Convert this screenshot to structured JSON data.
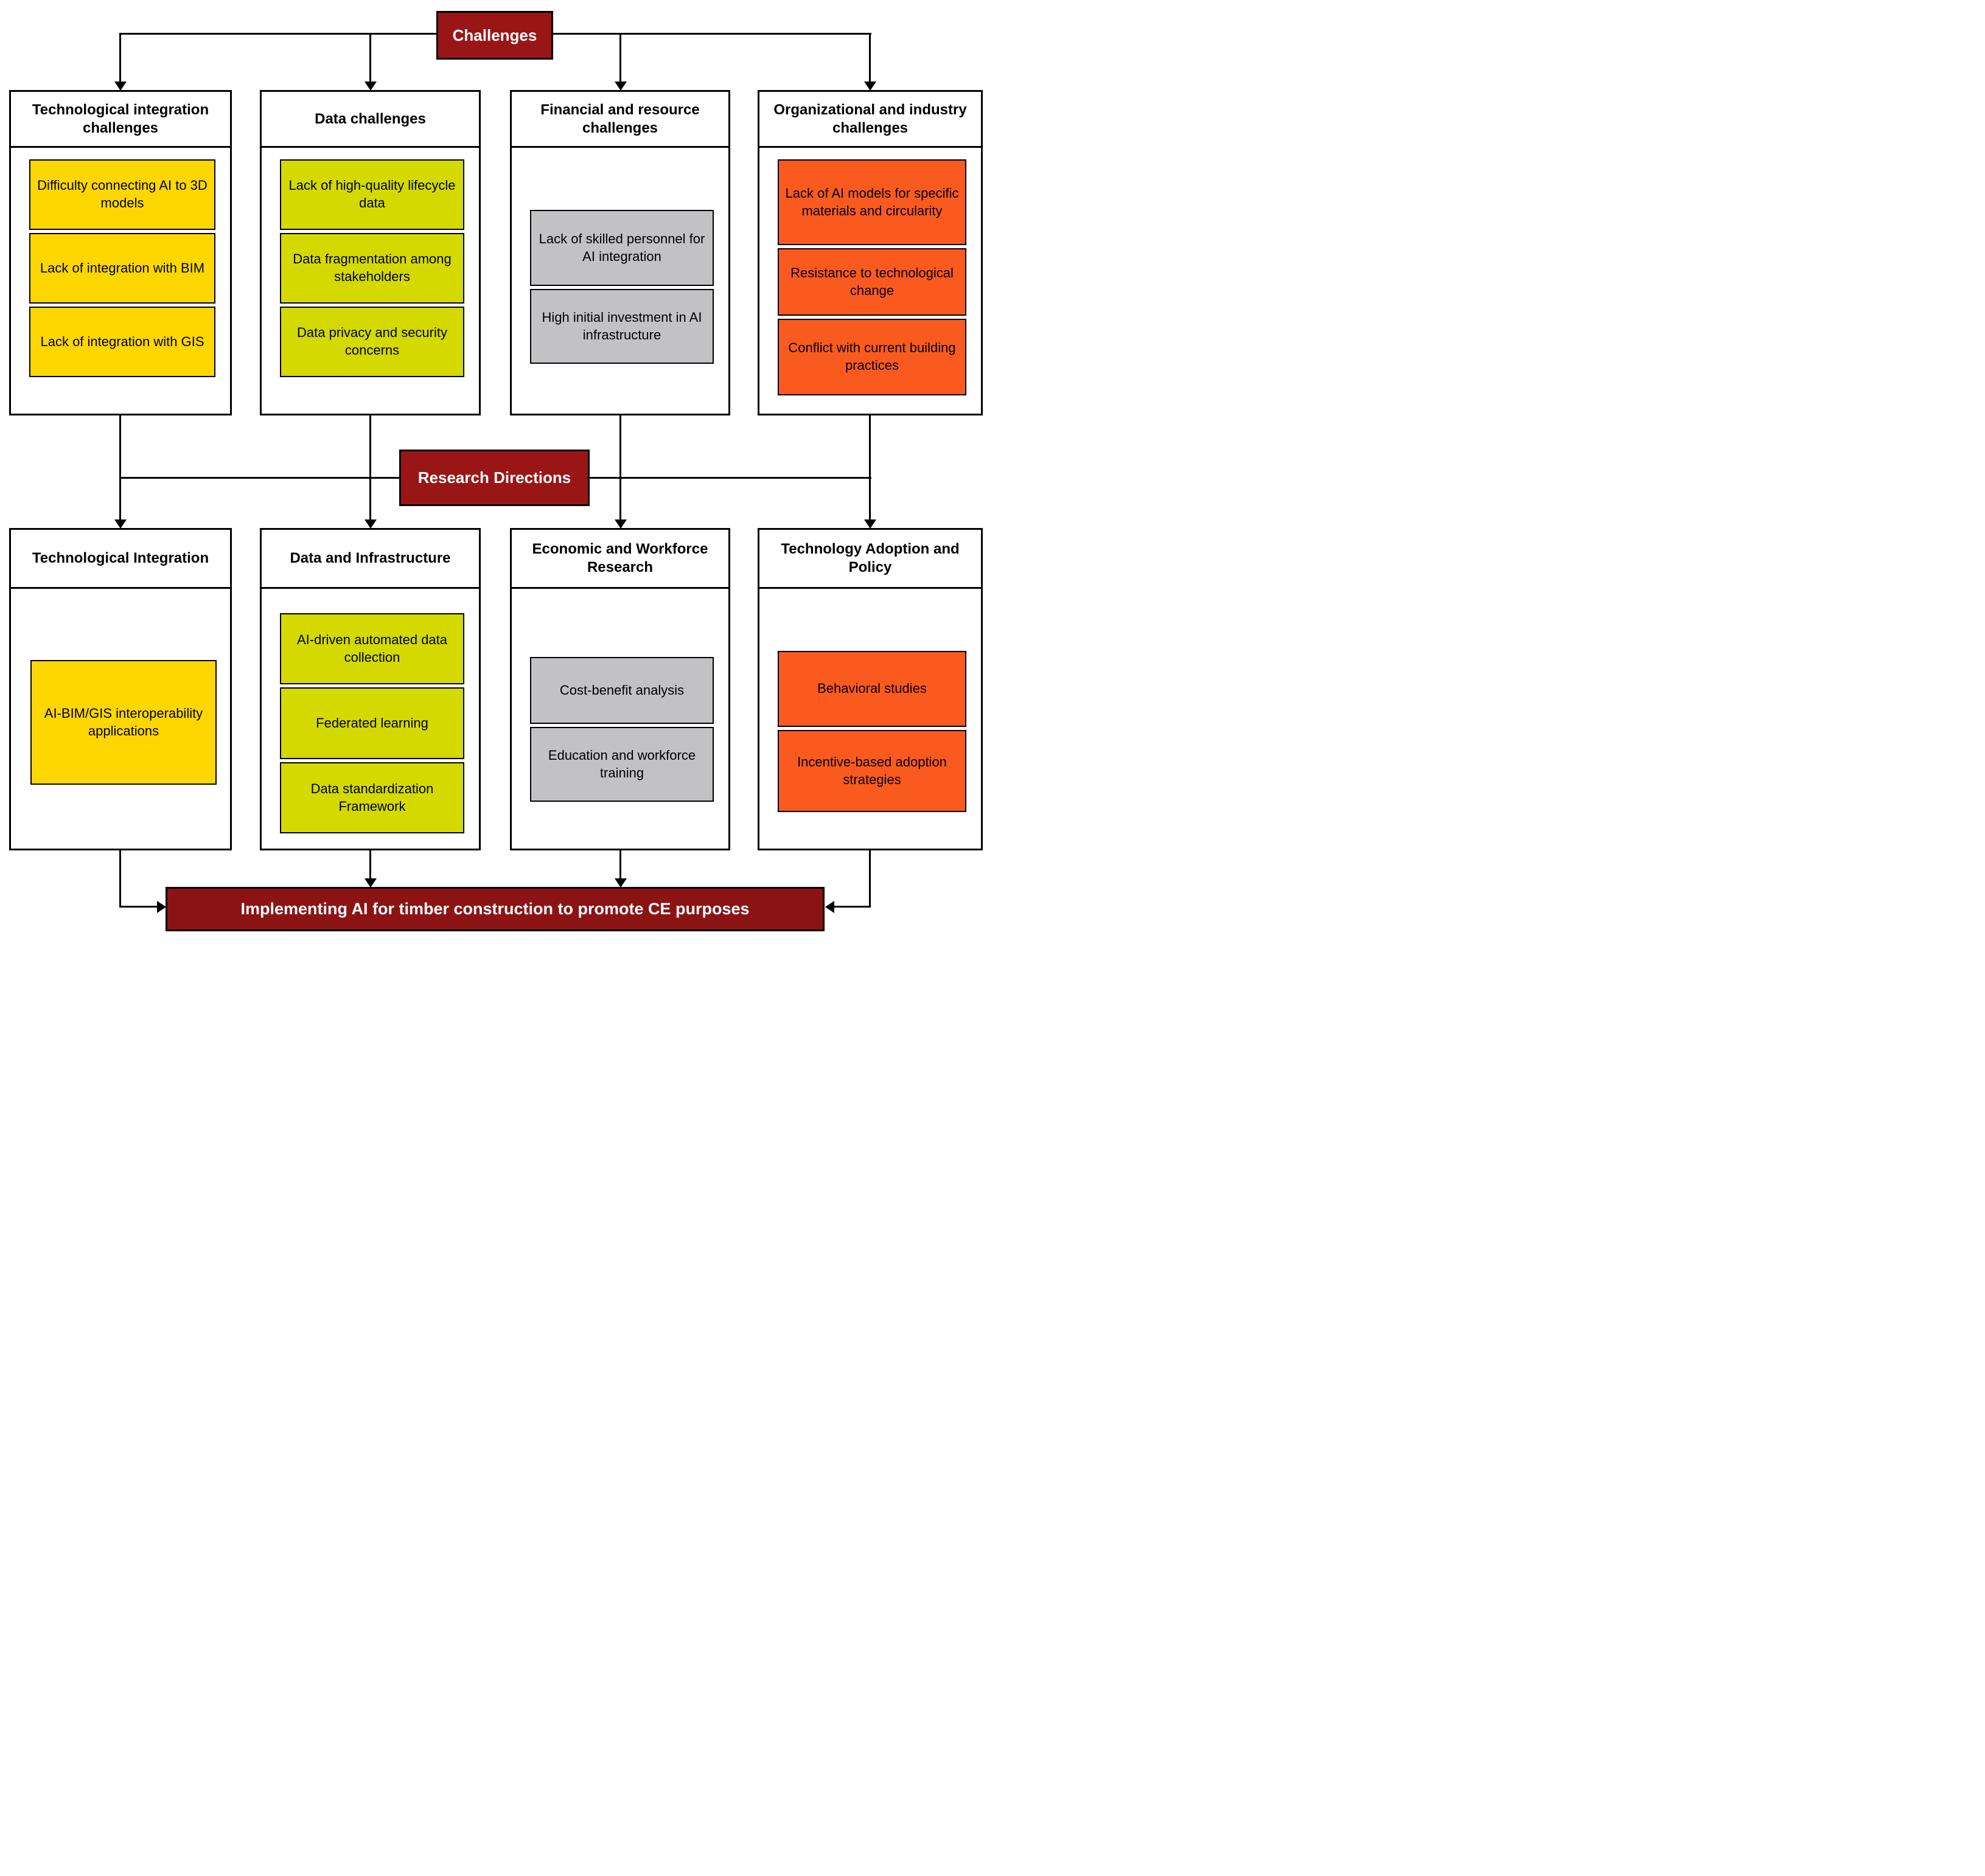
{
  "colors": {
    "header_red": "#9A1616",
    "banner_red": "#8C1313"
  },
  "nodes": {
    "challenges_label": "Challenges",
    "research_directions_label": "Research Directions",
    "banner_label": "Implementing AI for timber construction to promote CE purposes"
  },
  "challenges_columns": [
    {
      "header": "Technological integration challenges",
      "item_color": "#FFD700",
      "items": [
        "Difficulty connecting AI to 3D models",
        "Lack of integration with BIM",
        "Lack of integration with GIS"
      ]
    },
    {
      "header": "Data challenges",
      "item_color": "#D4D900",
      "items": [
        "Lack of high-quality lifecycle data",
        "Data fragmentation among stakeholders",
        "Data privacy and security concerns"
      ]
    },
    {
      "header": "Financial and resource challenges",
      "item_color": "#C2C2C5",
      "items": [
        "Lack of skilled personnel for AI integration",
        "High initial investment in AI infrastructure"
      ]
    },
    {
      "header": "Organizational and industry challenges",
      "item_color": "#FB5A1E",
      "items": [
        "Lack of AI models for specific materials and circularity",
        "Resistance to technological change",
        "Conflict with current building practices"
      ]
    }
  ],
  "research_columns": [
    {
      "header": "Technological Integration",
      "item_color": "#FFD700",
      "items": [
        "AI-BIM/GIS interoperability applications"
      ]
    },
    {
      "header": "Data and Infrastructure",
      "item_color": "#D4D900",
      "items": [
        "AI-driven automated data collection",
        "Federated learning",
        "Data standardization Framework"
      ]
    },
    {
      "header": "Economic and Workforce Research",
      "item_color": "#C2C2C5",
      "items": [
        "Cost-benefit analysis",
        "Education and workforce training"
      ]
    },
    {
      "header": "Technology Adoption and Policy",
      "item_color": "#FB5A1E",
      "items": [
        "Behavioral studies",
        "Incentive-based adoption strategies"
      ]
    }
  ]
}
